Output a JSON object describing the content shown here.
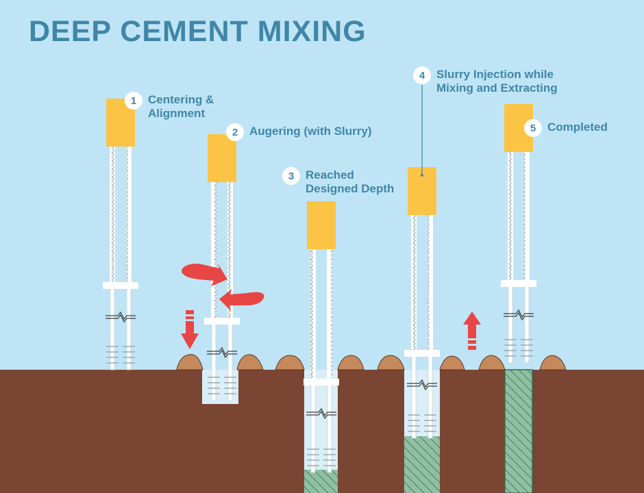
{
  "title": "DEEP CEMENT MIXING",
  "steps": [
    {
      "number": "1",
      "line1": "Centering &",
      "line2": "Alignment"
    },
    {
      "number": "2",
      "line1": "Augering (with Slurry)",
      "line2": ""
    },
    {
      "number": "3",
      "line1": "Reached",
      "line2": "Designed Depth"
    },
    {
      "number": "4",
      "line1": "Slurry Injection while",
      "line2": "Mixing and Extracting"
    },
    {
      "number": "5",
      "line1": "Completed",
      "line2": ""
    }
  ],
  "colors": {
    "sky": "#bfe4f5",
    "ground": "#7b4534",
    "motor": "#fcc445",
    "column": "#8fc0a2",
    "arrow": "#e84545",
    "title": "#3f86a8"
  },
  "icons": [
    "rotation-arrow-icon",
    "down-arrow-icon",
    "up-arrow-icon",
    "soil-mound-icon"
  ]
}
